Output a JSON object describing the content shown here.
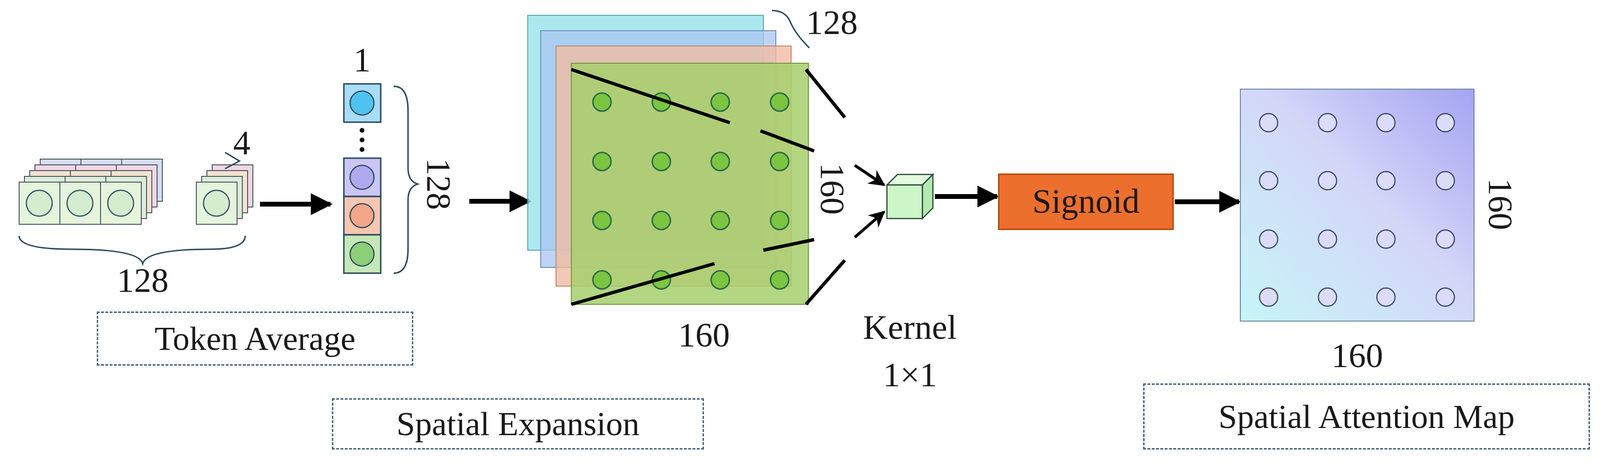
{
  "diagram": {
    "nodes": [
      {
        "text": [
          "Token Average"
        ]
      },
      {
        "text": [
          "Spatial Expansion"
        ]
      },
      {
        "text": [
          "Kernel 1×1"
        ]
      },
      {
        "text": [
          "Signoid"
        ]
      },
      {
        "text": [
          "160",
          "160"
        ]
      },
      {
        "text": [
          "Spatial Attention Map"
        ]
      }
    ],
    "edges": [
      {
        "from": 2,
        "to": 3,
        "arrow": "to"
      },
      {
        "from": 3,
        "to": 4,
        "arrow": "to"
      }
    ],
    "labels": [
      "4",
      "128",
      "1",
      "128",
      "128",
      "160",
      "160"
    ]
  }
}
